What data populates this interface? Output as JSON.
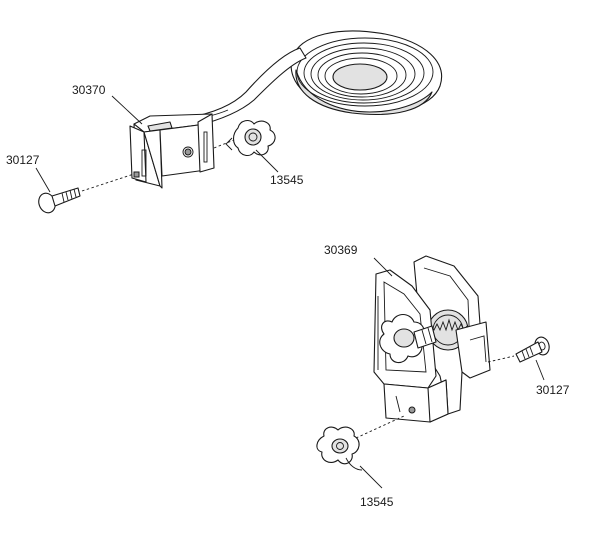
{
  "labels": {
    "bracket_top": "30370",
    "bolt_top": "30127",
    "knob_top": "13545",
    "winch_bottom": "30369",
    "bolt_bottom": "30127",
    "knob_bottom": "13545"
  },
  "colors": {
    "line": "#1a1a1a",
    "background": "#ffffff",
    "shading": "#e2e2e2"
  }
}
